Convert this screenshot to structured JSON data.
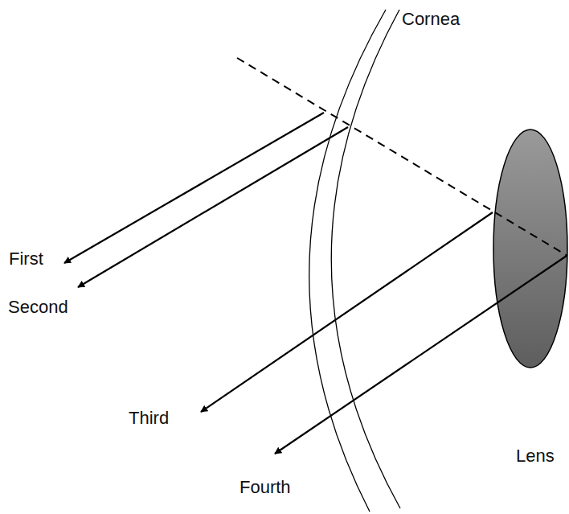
{
  "diagram": {
    "labels": [
      "Cornea",
      "First",
      "Second",
      "Third",
      "Fourth",
      "Lens"
    ]
  }
}
